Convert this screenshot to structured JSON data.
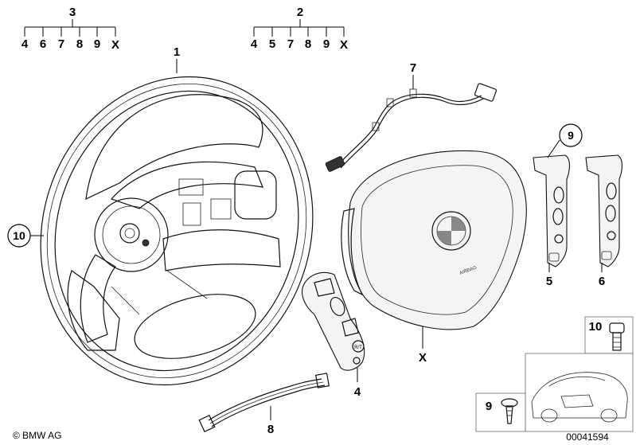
{
  "groups": {
    "left": {
      "parent": "3",
      "children": [
        "4",
        "6",
        "7",
        "8",
        "9",
        "X"
      ]
    },
    "right": {
      "parent": "2",
      "children": [
        "4",
        "5",
        "7",
        "8",
        "9",
        "X"
      ]
    }
  },
  "callouts": {
    "steering_wheel": "1",
    "wheel_circle": "10",
    "cable": "7",
    "switch_circle": "9",
    "switch_right_5": "5",
    "switch_right_6": "6",
    "switch_left": "4",
    "airbag": "X",
    "ribbon_cable": "8"
  },
  "inset": {
    "screw_label": "10",
    "clip_label": "9"
  },
  "button_text": {
    "rt": "R/T"
  },
  "footer": {
    "copyright": "© BMW AG",
    "part_number": "00041594"
  }
}
